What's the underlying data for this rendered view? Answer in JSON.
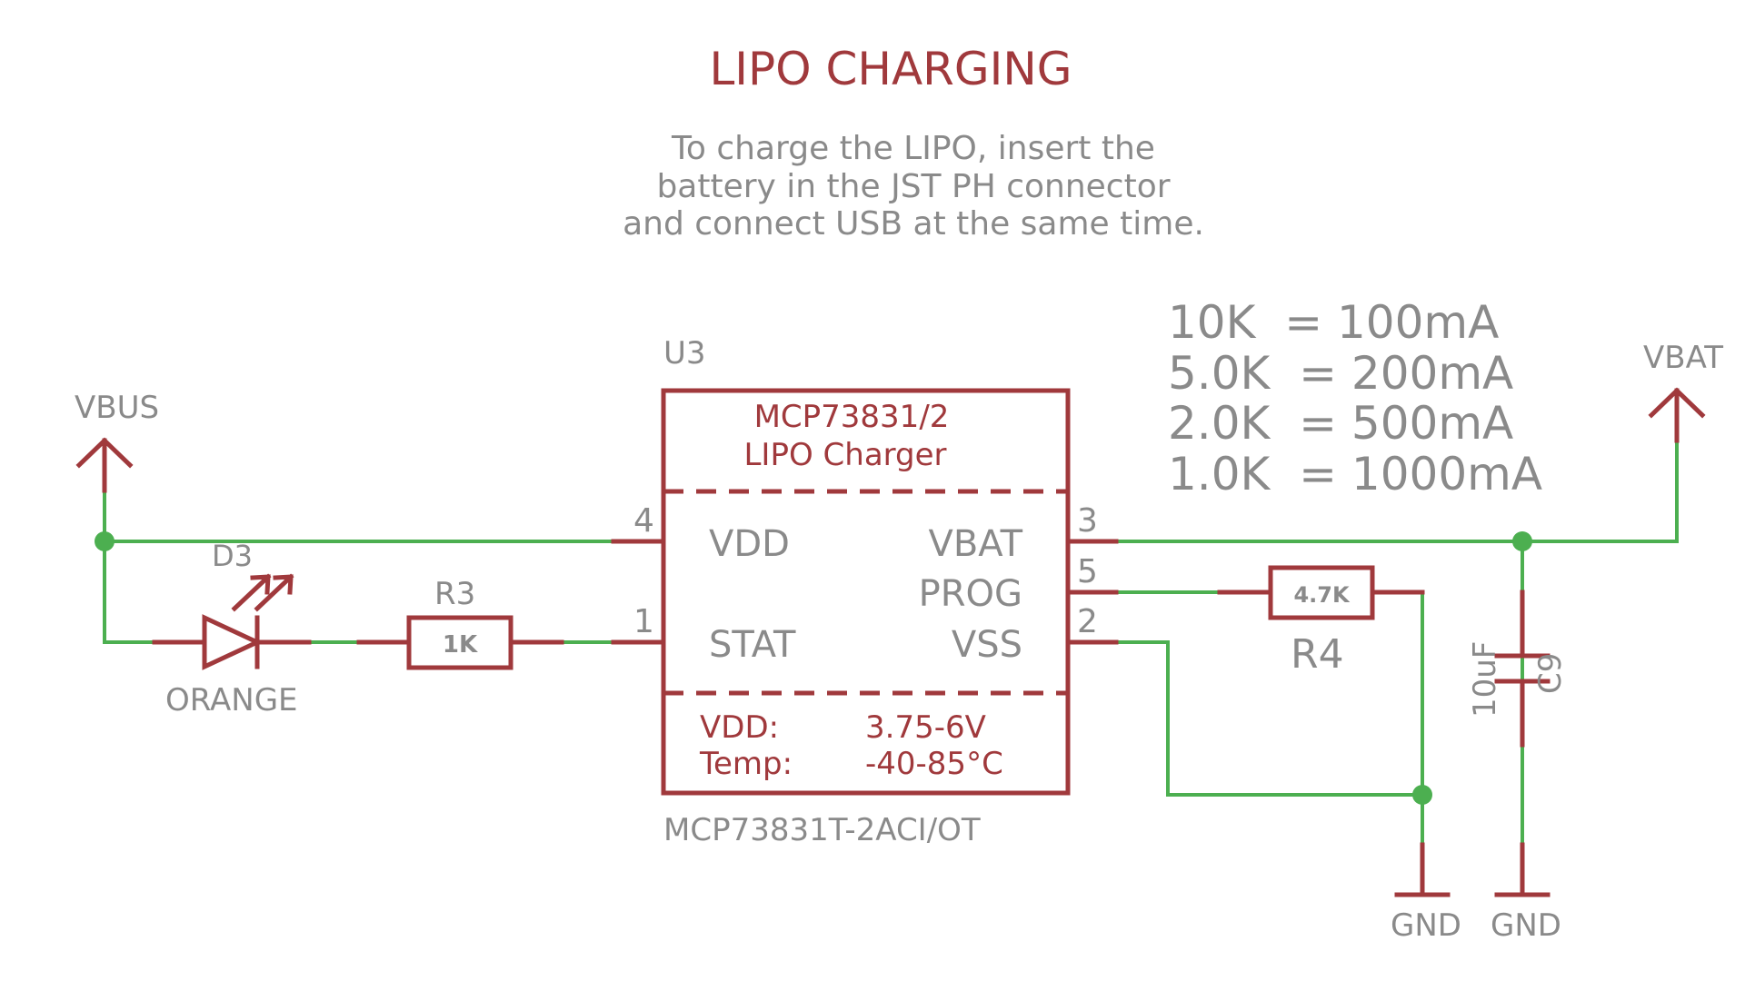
{
  "title": "LIPO CHARGING",
  "instructions": [
    "To charge the LIPO, insert the",
    "battery in the JST PH connector",
    "and connect USB at the same time."
  ],
  "current_table": [
    "10K  = 100mA",
    "5.0K  = 200mA",
    "2.0K  = 500mA",
    "1.0K  = 1000mA"
  ],
  "nets": {
    "vbus": "VBUS",
    "vbat": "VBAT",
    "gnd_left": "GND",
    "gnd_right": "GND"
  },
  "ic": {
    "ref": "U3",
    "name_line1": "MCP73831/2",
    "name_line2": "LIPO Charger",
    "part_number": "MCP73831T-2ACI/OT",
    "pins": {
      "vdd": {
        "num": "4",
        "label": "VDD"
      },
      "stat": {
        "num": "1",
        "label": "STAT"
      },
      "vbat": {
        "num": "3",
        "label": "VBAT"
      },
      "prog": {
        "num": "5",
        "label": "PROG"
      },
      "vss": {
        "num": "2",
        "label": "VSS"
      }
    },
    "spec_vdd_label": "VDD:",
    "spec_vdd_value": "3.75-6V",
    "spec_temp_label": "Temp:",
    "spec_temp_value": "-40-85°C"
  },
  "led": {
    "ref": "D3",
    "color_label": "ORANGE"
  },
  "r3": {
    "ref": "R3",
    "value": "1K"
  },
  "r4": {
    "ref": "R4",
    "value": "4.7K"
  },
  "c9": {
    "ref": "C9",
    "value": "10uF"
  },
  "colors": {
    "symbol": "#a0393c",
    "wire": "#4caf50",
    "annotation": "#8a8a8a"
  }
}
